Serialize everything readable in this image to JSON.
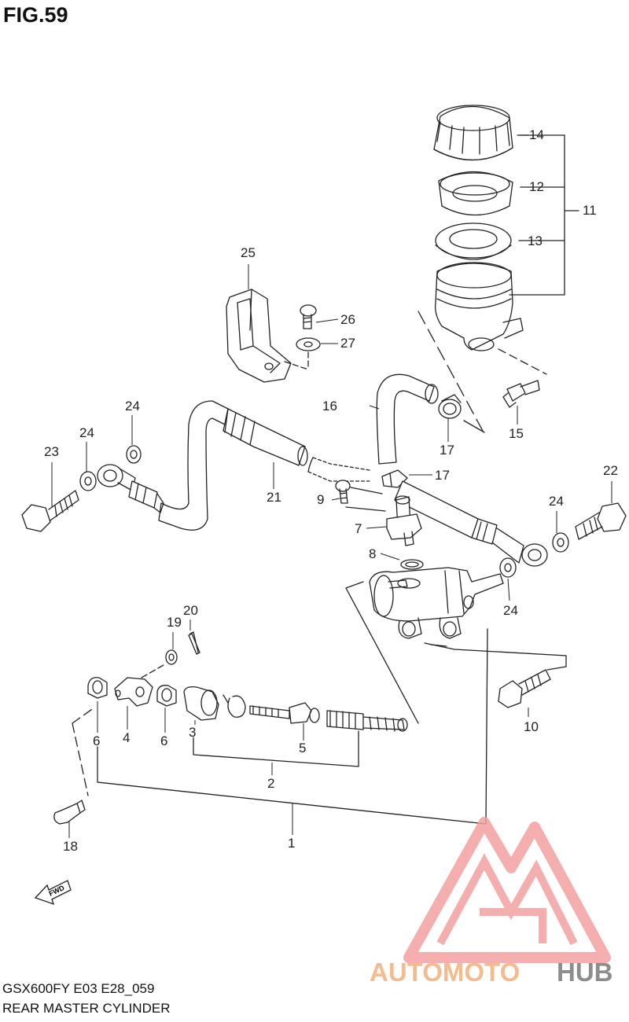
{
  "figure": {
    "title": "FIG.59"
  },
  "footer": {
    "code": "GSX600FY E03 E28_059",
    "name": "REAR MASTER CYLINDER"
  },
  "parts": {
    "p1": "1",
    "p2": "2",
    "p3": "3",
    "p4": "4",
    "p5": "5",
    "p6a": "6",
    "p6b": "6",
    "p7": "7",
    "p8": "8",
    "p9": "9",
    "p10": "10",
    "p11": "11",
    "p12": "12",
    "p13": "13",
    "p14": "14",
    "p15": "15",
    "p16": "16",
    "p17a": "17",
    "p17b": "17",
    "p18": "18",
    "p19": "19",
    "p20": "20",
    "p21": "21",
    "p22": "22",
    "p23": "23",
    "p24a": "24",
    "p24b": "24",
    "p24c": "24",
    "p24d": "24",
    "p25": "25",
    "p26": "26",
    "p27": "27"
  },
  "fwd_label": "FWD",
  "watermark": {
    "part1": "AUTOMOTO",
    "part2": "HUB",
    "color_a": "#f4a46a",
    "color_b": "#e05a5a",
    "color_c": "#7a7a7a"
  },
  "colors": {
    "line": "#222222",
    "background": "#ffffff"
  }
}
